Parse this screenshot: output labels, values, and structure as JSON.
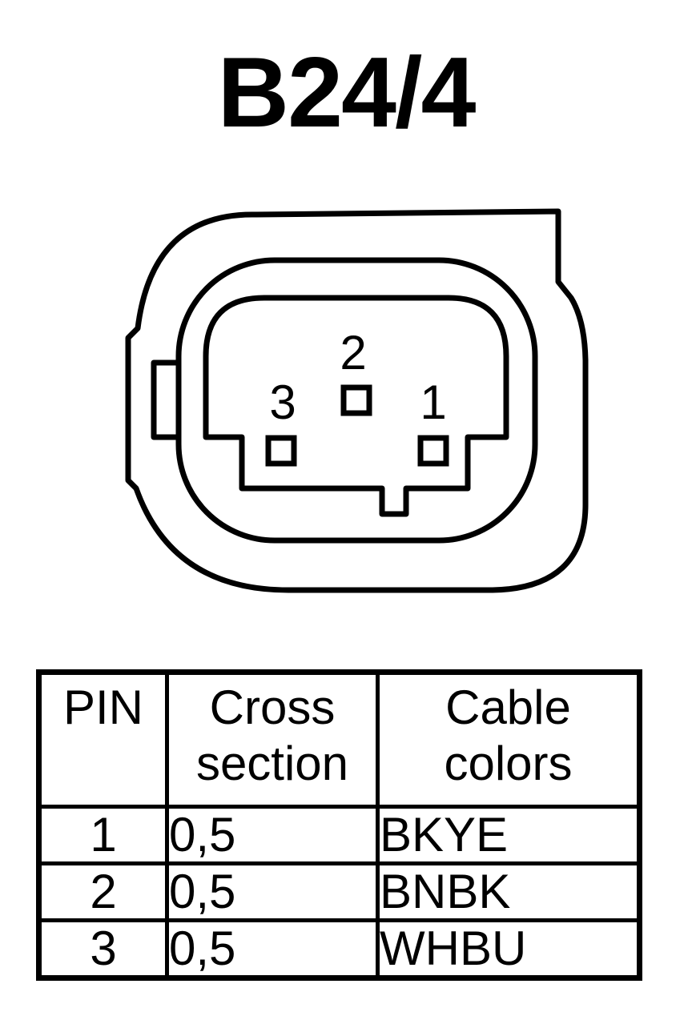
{
  "title": "B24/4",
  "connector": {
    "pins": [
      {
        "label": "1"
      },
      {
        "label": "2"
      },
      {
        "label": "3"
      }
    ]
  },
  "table": {
    "headers": [
      {
        "lines": [
          "PIN"
        ]
      },
      {
        "lines": [
          "Cross",
          "section"
        ]
      },
      {
        "lines": [
          "Cable",
          "colors"
        ]
      }
    ],
    "rows": [
      {
        "pin": "1",
        "cross_section": "0,5",
        "color": "BKYE"
      },
      {
        "pin": "2",
        "cross_section": "0,5",
        "color": "BNBK"
      },
      {
        "pin": "3",
        "cross_section": "0,5",
        "color": "WHBU"
      }
    ]
  }
}
